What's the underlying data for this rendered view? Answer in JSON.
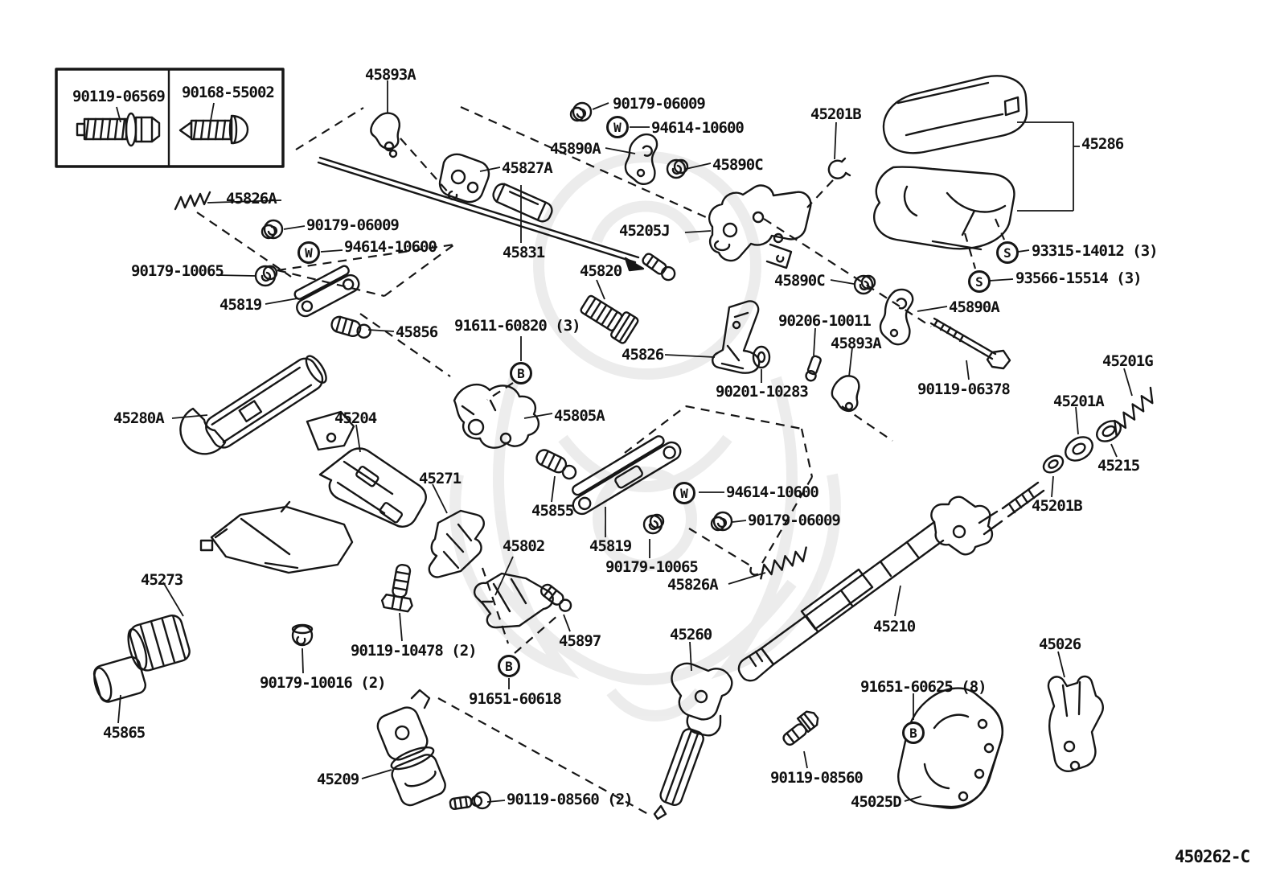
{
  "diagram_code": "450262-C",
  "colors": {
    "line": "#161616",
    "label_text": "#111111",
    "background": "#ffffff",
    "watermark": "#dedede"
  },
  "inset_box": {
    "left_part": "90119-06569",
    "right_part": "90168-55002"
  },
  "symbols": [
    {
      "letter": "W"
    },
    {
      "letter": "W"
    },
    {
      "letter": "W"
    },
    {
      "letter": "S"
    },
    {
      "letter": "S"
    },
    {
      "letter": "B"
    },
    {
      "letter": "B"
    },
    {
      "letter": "B"
    }
  ],
  "labels": [
    {
      "text": "90119-06569"
    },
    {
      "text": "90168-55002"
    },
    {
      "text": "45893A"
    },
    {
      "text": "90179-06009"
    },
    {
      "text": "94614-10600"
    },
    {
      "text": "45890A"
    },
    {
      "text": "45827A"
    },
    {
      "text": "45890C"
    },
    {
      "text": "45201B"
    },
    {
      "text": "45286"
    },
    {
      "text": "45826A"
    },
    {
      "text": "90179-06009"
    },
    {
      "text": "94614-10600"
    },
    {
      "text": "90179-10065"
    },
    {
      "text": "45819"
    },
    {
      "text": "45856"
    },
    {
      "text": "91611-60820 (3)"
    },
    {
      "text": "45831"
    },
    {
      "text": "45820"
    },
    {
      "text": "45205J"
    },
    {
      "text": "45826"
    },
    {
      "text": "45890C"
    },
    {
      "text": "90206-10011"
    },
    {
      "text": "45893A"
    },
    {
      "text": "90201-10283"
    },
    {
      "text": "90119-06378"
    },
    {
      "text": "45890A"
    },
    {
      "text": "93315-14012 (3)"
    },
    {
      "text": "93566-15514 (3)"
    },
    {
      "text": "45201G"
    },
    {
      "text": "45201A"
    },
    {
      "text": "45215"
    },
    {
      "text": "45201B"
    },
    {
      "text": "45280A"
    },
    {
      "text": "45204"
    },
    {
      "text": "45805A"
    },
    {
      "text": "45271"
    },
    {
      "text": "45855"
    },
    {
      "text": "94614-10600"
    },
    {
      "text": "90179-06009"
    },
    {
      "text": "45802"
    },
    {
      "text": "45819"
    },
    {
      "text": "90179-10065"
    },
    {
      "text": "45826A"
    },
    {
      "text": "45210"
    },
    {
      "text": "45273"
    },
    {
      "text": "90119-10478 (2)"
    },
    {
      "text": "90179-10016 (2)"
    },
    {
      "text": "45865"
    },
    {
      "text": "45897"
    },
    {
      "text": "45260"
    },
    {
      "text": "91651-60618"
    },
    {
      "text": "45209"
    },
    {
      "text": "90119-08560 (2)"
    },
    {
      "text": "90119-08560"
    },
    {
      "text": "91651-60625 (8)"
    },
    {
      "text": "45026"
    },
    {
      "text": "45025D"
    }
  ]
}
